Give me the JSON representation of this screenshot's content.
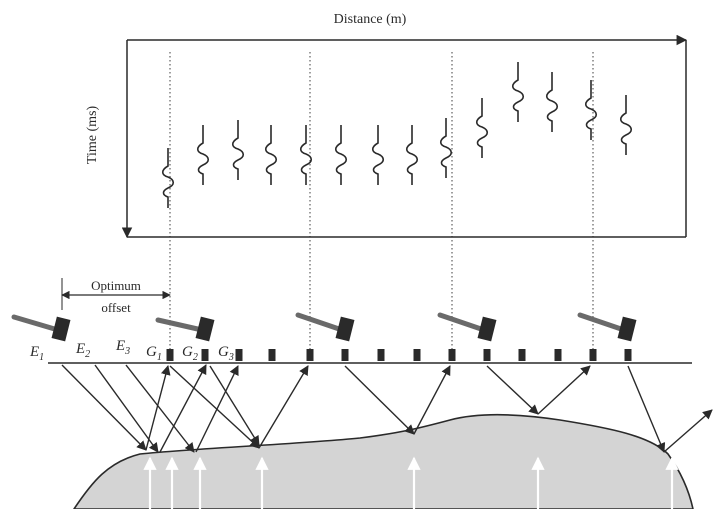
{
  "figure": {
    "x_axis_label": "Distance (m)",
    "y_axis_label": "Time (ms)",
    "offset_label_line1": "Optimum",
    "offset_label_line2": "offset",
    "sources": [
      {
        "letter": "E",
        "sub": "1"
      },
      {
        "letter": "E",
        "sub": "2"
      },
      {
        "letter": "E",
        "sub": "3"
      }
    ],
    "geophones": [
      {
        "letter": "G",
        "sub": "1"
      },
      {
        "letter": "G",
        "sub": "2"
      },
      {
        "letter": "G",
        "sub": "3"
      }
    ]
  },
  "colors": {
    "ink": "#2a2a2a",
    "refractor_fill": "#d4d4d4",
    "upgoing_arrow": "#ffffff"
  }
}
